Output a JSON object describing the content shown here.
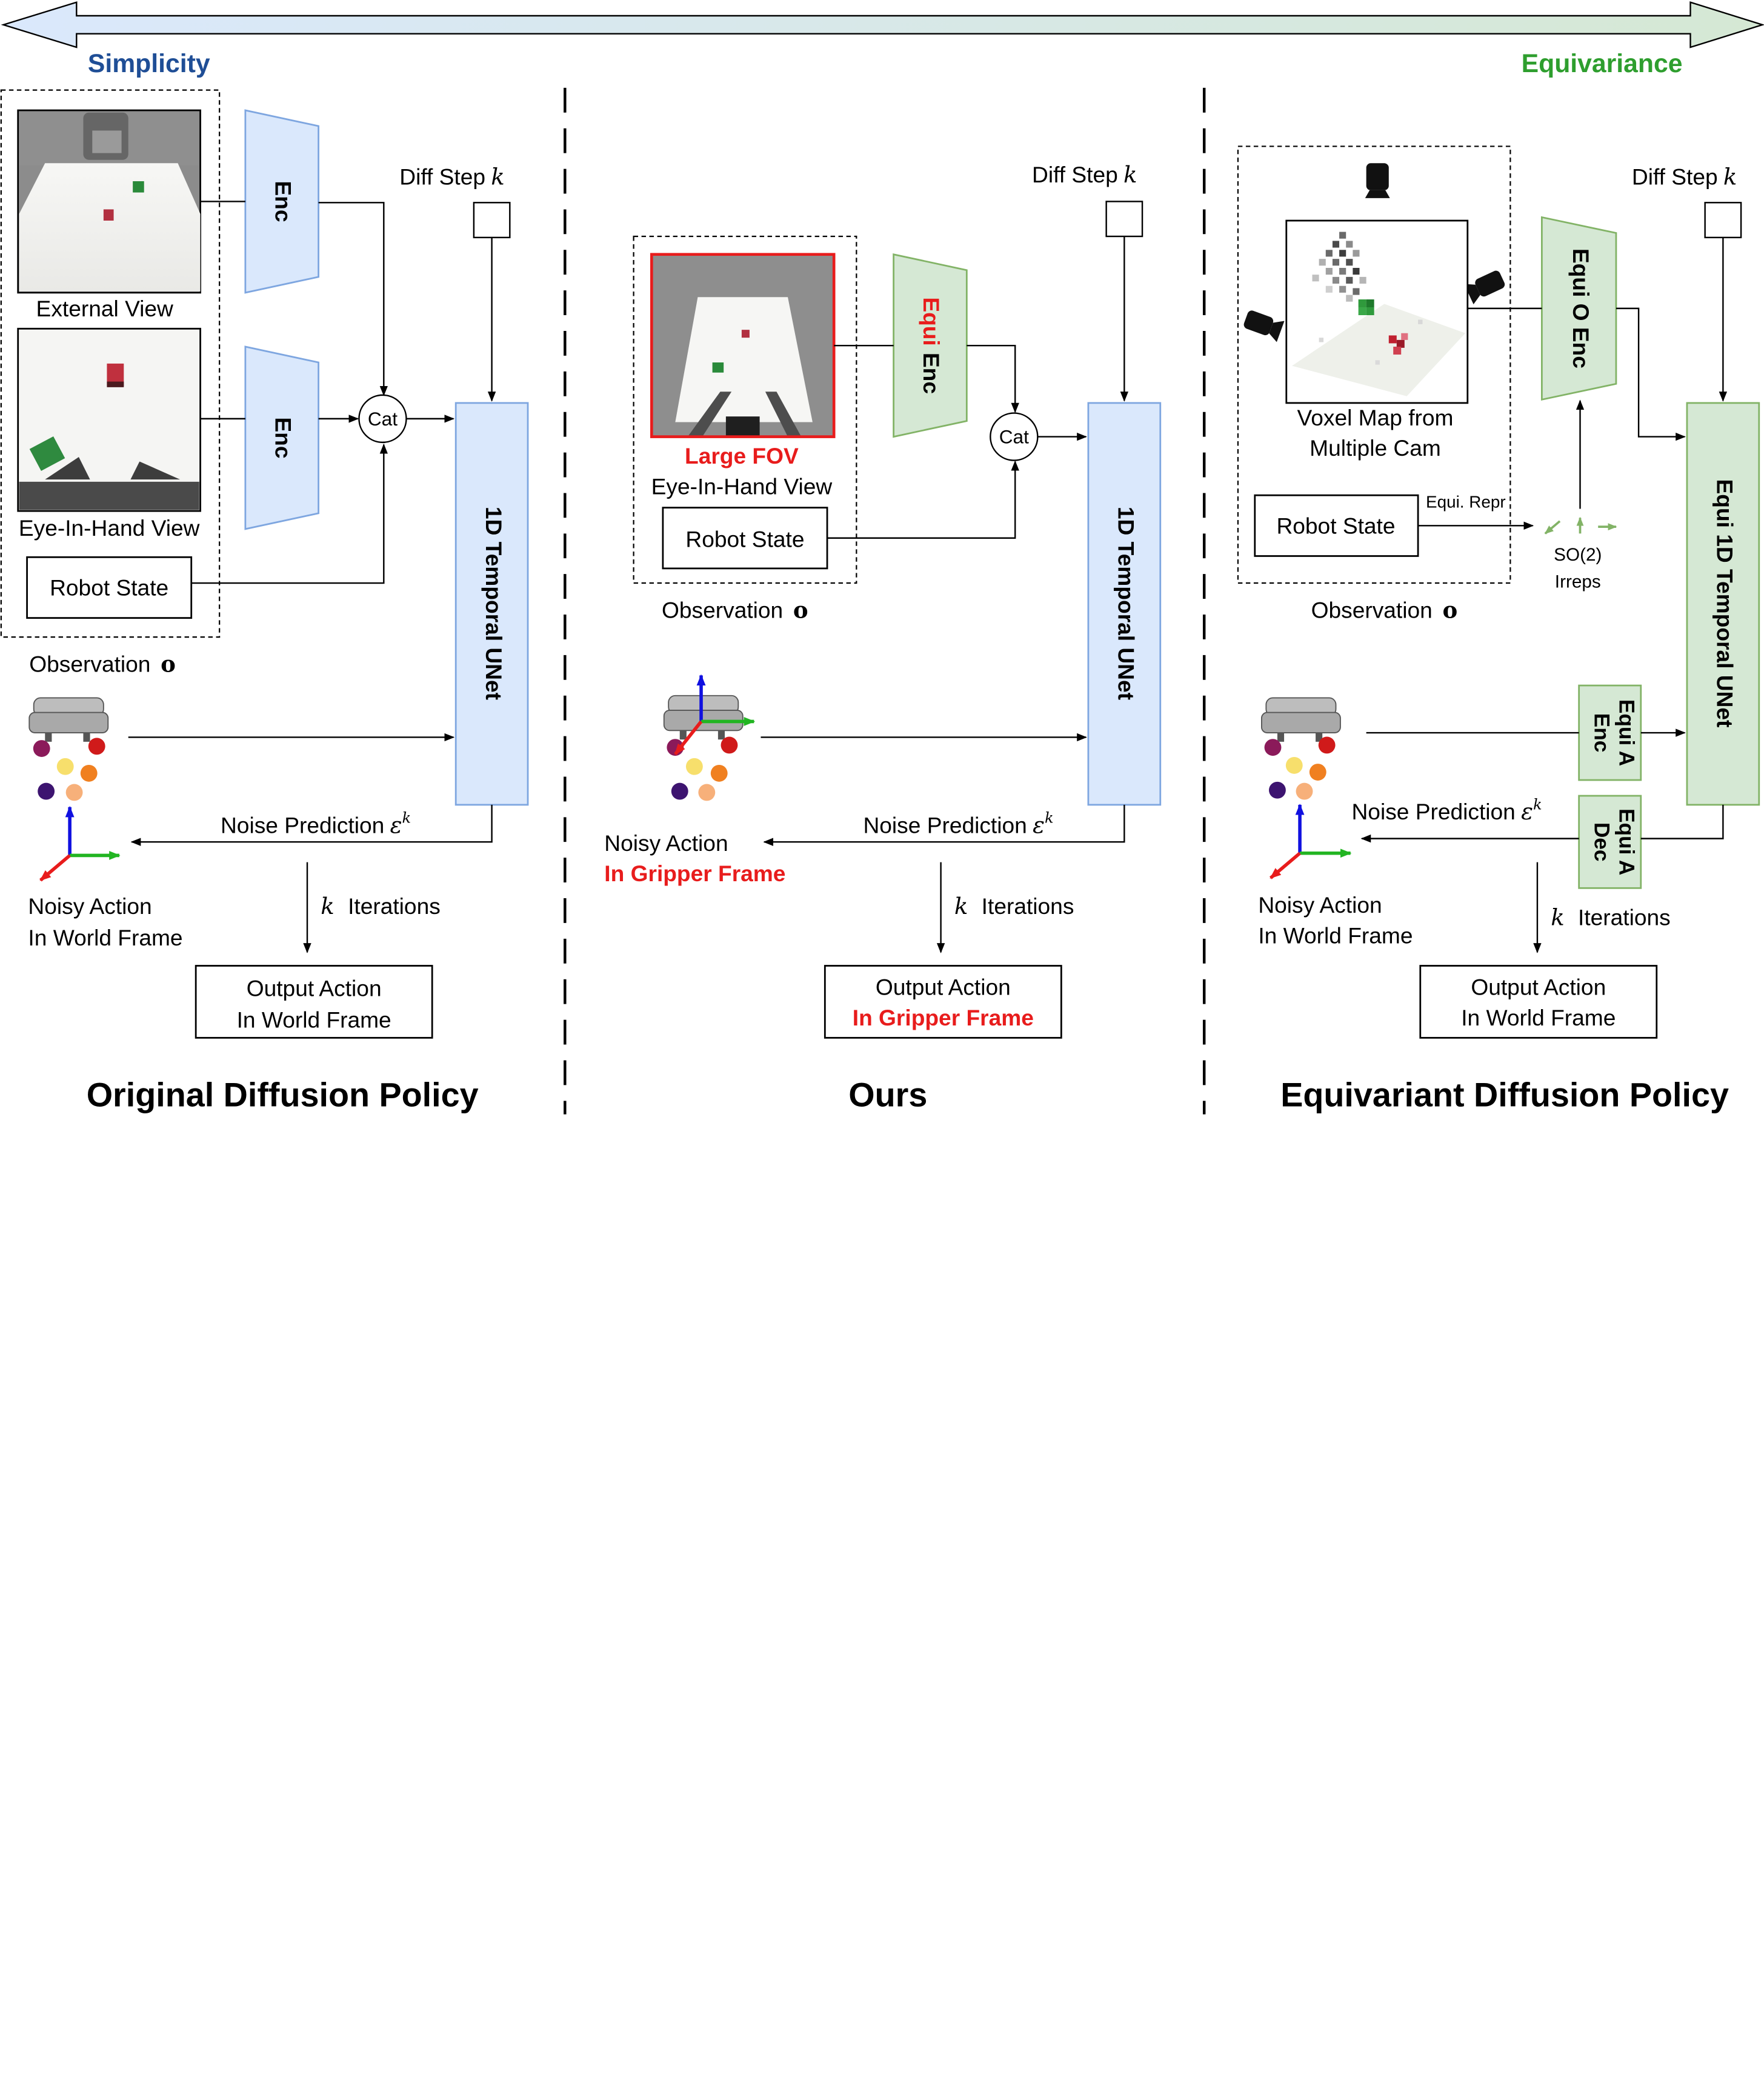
{
  "top_arrow": {
    "left": "Simplicity",
    "right": "Equivariance"
  },
  "colors": {
    "blue_fill": "#dae8fc",
    "blue_stroke": "#7ea6e0",
    "green_fill": "#d5e8d4",
    "green_stroke": "#82b366",
    "left_label": "#1f4e96",
    "right_label": "#2e9e2e",
    "red": "#e81c1c"
  },
  "left": {
    "external_view": "External View",
    "eye_in_hand_view": "Eye-In-Hand View",
    "enc": "Enc",
    "cat": "Cat",
    "diff_step": "Diff Step",
    "k": "k",
    "unet": "1D Temporal UNet",
    "robot_state": "Robot State",
    "observation": "Observation",
    "obs_symbol": "o",
    "noise_prediction": "Noise Prediction",
    "epsilon": "ε",
    "noisy_action_1": "Noisy Action",
    "noisy_action_2": "In World Frame",
    "iterations": "Iterations",
    "output_1": "Output Action",
    "output_2": "In World Frame",
    "title": "Original Diffusion Policy"
  },
  "middle": {
    "large_fov": "Large FOV",
    "eye_in_hand_view": "Eye-In-Hand View",
    "equi": "Equi",
    "enc": "Enc",
    "cat": "Cat",
    "diff_step": "Diff Step",
    "k": "k",
    "unet": "1D Temporal UNet",
    "robot_state": "Robot State",
    "observation": "Observation",
    "obs_symbol": "o",
    "noise_prediction": "Noise Prediction",
    "epsilon": "ε",
    "noisy_action_1": "Noisy Action",
    "noisy_action_2": "In Gripper Frame",
    "iterations": "Iterations",
    "output_1": "Output Action",
    "output_2": "In Gripper Frame",
    "title": "Ours"
  },
  "right": {
    "voxel_1": "Voxel Map from",
    "voxel_2": "Multiple Cam",
    "equi_o_enc": "Equi O Enc",
    "diff_step": "Diff Step",
    "k": "k",
    "unet": "Equi 1D Temporal UNet",
    "robot_state": "Robot State",
    "equi_repr": "Equi. Repr",
    "so2": "SO(2)",
    "irreps": "Irreps",
    "observation": "Observation",
    "obs_symbol": "o",
    "equi_a_enc_1": "Equi A",
    "equi_a_enc_2": "Enc",
    "equi_a_dec_1": "Equi A",
    "equi_a_dec_2": "Dec",
    "noise_prediction": "Noise Prediction",
    "epsilon": "ε",
    "noisy_action_1": "Noisy Action",
    "noisy_action_2": "In World Frame",
    "iterations": "Iterations",
    "output_1": "Output Action",
    "output_2": "In World Frame",
    "title": "Equivariant Diffusion Policy"
  }
}
